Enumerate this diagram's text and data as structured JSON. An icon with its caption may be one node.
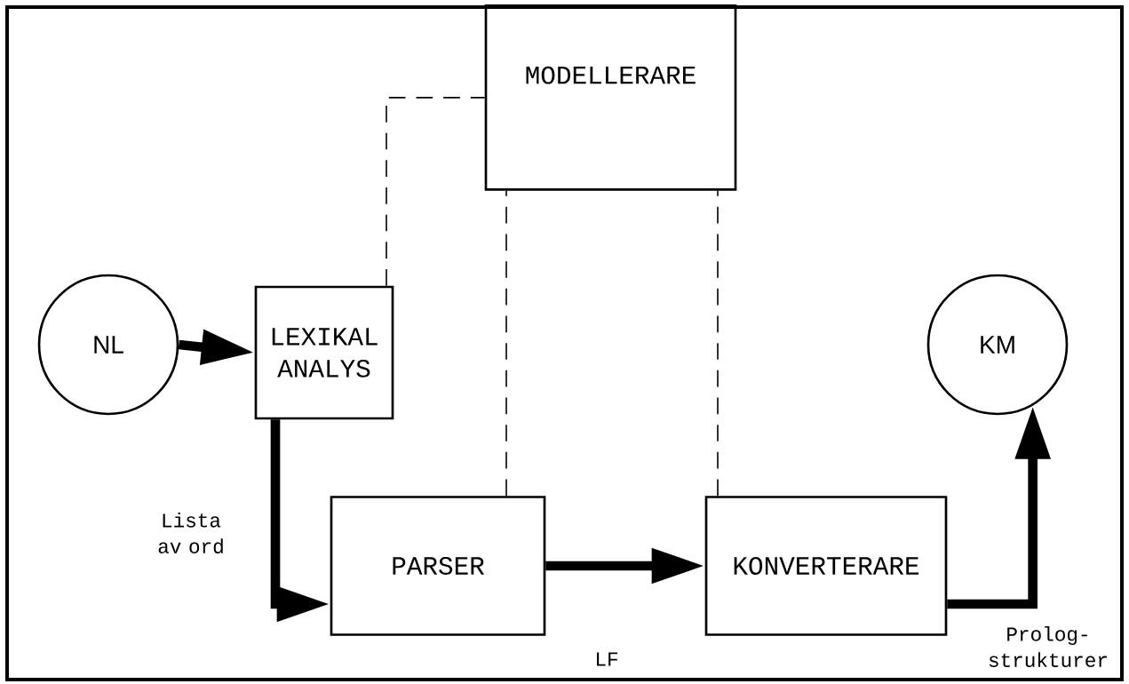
{
  "diagram": {
    "nodes": [
      {
        "text": [
          "NL"
        ]
      },
      {
        "text": [
          "LEXIKAL ANALYS"
        ]
      },
      {
        "text": [
          "MODELLERARE"
        ]
      },
      {
        "text": [
          "PARSER"
        ]
      },
      {
        "text": [
          "KONVERTERARE"
        ]
      },
      {
        "text": [
          "KM"
        ]
      }
    ],
    "edges": [
      {
        "from": 0,
        "to": 1,
        "arrow": "to"
      },
      {
        "from": 1,
        "to": 3,
        "arrow": "to",
        "label": "Lista av ord"
      },
      {
        "from": 3,
        "to": 4,
        "arrow": "to",
        "label": "LF"
      },
      {
        "from": 4,
        "to": 5,
        "arrow": "to",
        "label": "Prolog- strukturer"
      },
      {
        "from": 1,
        "to": 2,
        "arrow": "none",
        "style": "dashed"
      },
      {
        "from": 3,
        "to": 2,
        "arrow": "none",
        "style": "dashed"
      },
      {
        "from": 4,
        "to": 2,
        "arrow": "none",
        "style": "dashed"
      }
    ]
  }
}
